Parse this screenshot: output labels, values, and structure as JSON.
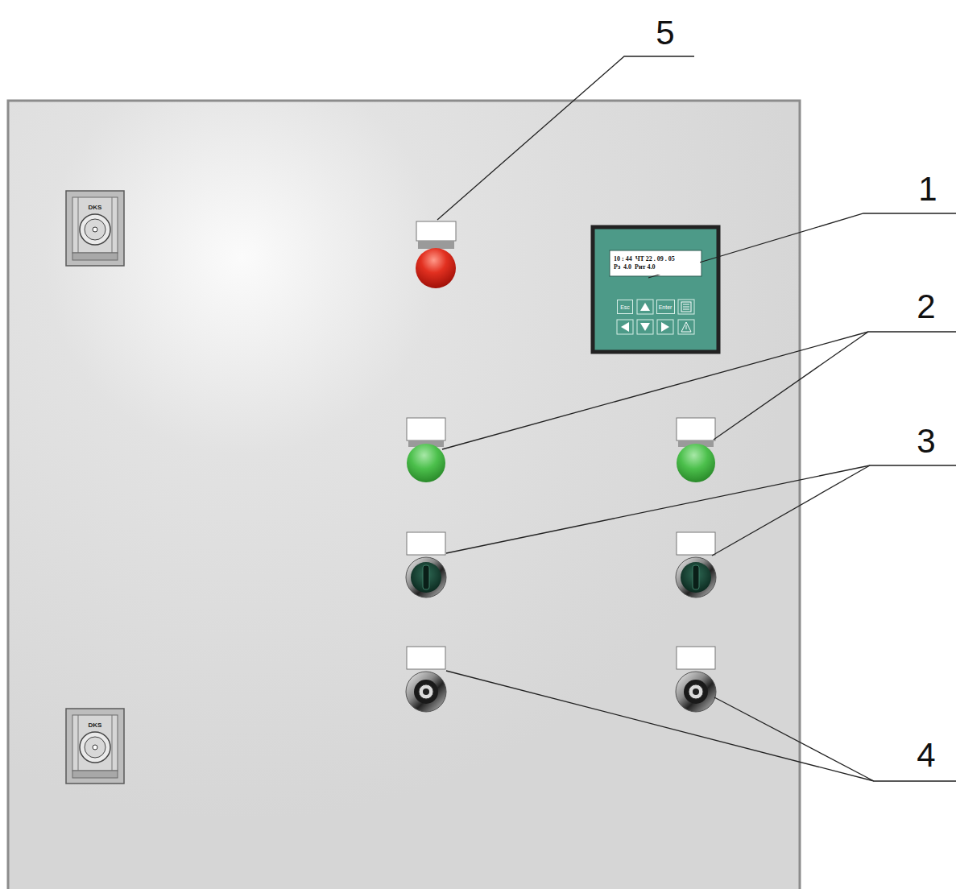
{
  "diagram": {
    "nodes": [
      {
        "text": [
          "10 : 44  ЧТ 22 . 09 . 05",
          "Рз  4.0  Рит 4.0"
        ]
      },
      {
        "text": [
          "Esc"
        ]
      },
      {
        "text": [
          "Enter"
        ]
      }
    ],
    "labels": [
      "5",
      "1",
      "2",
      "3",
      "4",
      "DKS",
      "DKS"
    ]
  }
}
